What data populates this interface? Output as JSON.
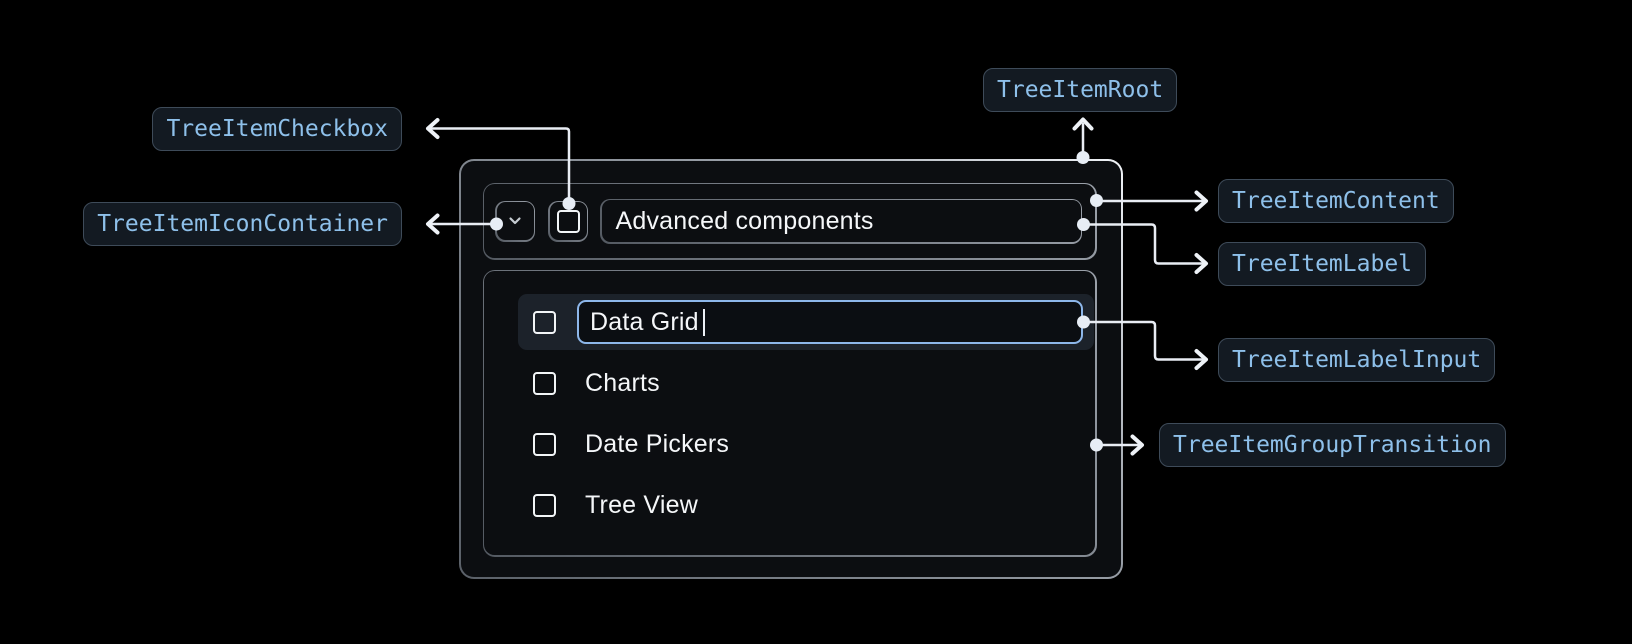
{
  "colors": {
    "page_bg": "#000000",
    "card_bg": "#0c0e11",
    "row_highlight": "#1c222a",
    "input_border_blue": "#8db7ea",
    "badge_text_blue": "#8ec0ea",
    "badge_bg": "#131a22",
    "badge_border": "#3e4b59",
    "connector_white": "#e9edf4",
    "text_white": "#f5f7f9"
  },
  "badges": {
    "checkbox": "TreeItemCheckbox",
    "icon_container": "TreeItemIconContainer",
    "root": "TreeItemRoot",
    "content": "TreeItemContent",
    "label": "TreeItemLabel",
    "label_input": "TreeItemLabelInput",
    "group_transition": "TreeItemGroupTransition"
  },
  "tree": {
    "parent": {
      "label": "Advanced components",
      "expanded": true,
      "checked": false,
      "expand_icon": "chevron-down-icon"
    },
    "children": [
      {
        "label": "Data Grid",
        "state": "editing",
        "input_value": "Data Grid",
        "checked": false,
        "selected": true
      },
      {
        "label": "Charts",
        "checked": false,
        "selected": false
      },
      {
        "label": "Date Pickers",
        "checked": false,
        "selected": false
      },
      {
        "label": "Tree View",
        "checked": false,
        "selected": false
      }
    ]
  }
}
